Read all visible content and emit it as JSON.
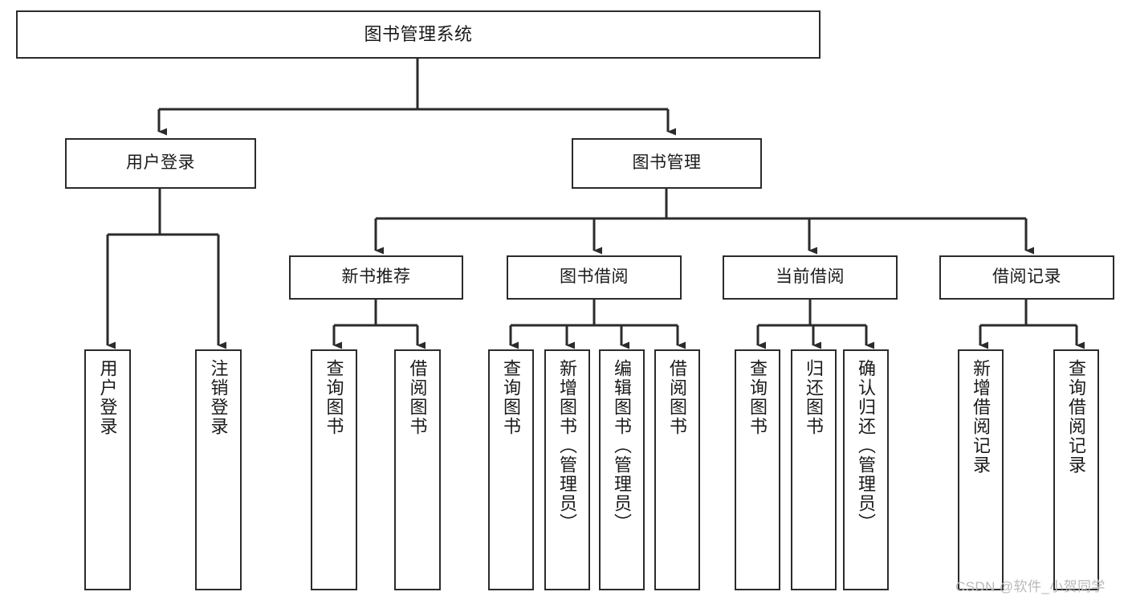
{
  "diagram": {
    "title": "图书管理系统",
    "type": "tree-hierarchy",
    "stroke_color": "#2b2b2b",
    "fill_color": "#ffffff",
    "watermark": "CSDN @软件_小贺同学"
  },
  "nodes": {
    "root": {
      "label": "图书管理系统"
    },
    "level2": [
      {
        "id": "user-login",
        "label": "用户登录"
      },
      {
        "id": "book-management",
        "label": "图书管理"
      }
    ],
    "level3": [
      {
        "id": "new-book-recommend",
        "label": "新书推荐"
      },
      {
        "id": "book-borrow",
        "label": "图书借阅"
      },
      {
        "id": "current-borrow",
        "label": "当前借阅"
      },
      {
        "id": "borrow-record",
        "label": "借阅记录"
      }
    ],
    "leaves": {
      "user_login": [
        {
          "id": "leaf-user-login",
          "label": "用户登录"
        },
        {
          "id": "leaf-logout-login",
          "label": "注销登录"
        }
      ],
      "new_book_recommend": [
        {
          "id": "leaf-query-book-1",
          "label": "查询图书"
        },
        {
          "id": "leaf-borrow-book-1",
          "label": "借阅图书"
        }
      ],
      "book_borrow": [
        {
          "id": "leaf-query-book-2",
          "label": "查询图书"
        },
        {
          "id": "leaf-add-book",
          "label": "新增图书（管理员）"
        },
        {
          "id": "leaf-edit-book",
          "label": "编辑图书（管理员）"
        },
        {
          "id": "leaf-borrow-book-2",
          "label": "借阅图书"
        }
      ],
      "current_borrow": [
        {
          "id": "leaf-query-book-3",
          "label": "查询图书"
        },
        {
          "id": "leaf-return-book",
          "label": "归还图书"
        },
        {
          "id": "leaf-confirm-return",
          "label": "确认归还（管理员）"
        }
      ],
      "borrow_record": [
        {
          "id": "leaf-add-borrow-record",
          "label": "新增借阅记录"
        },
        {
          "id": "leaf-query-borrow-record",
          "label": "查询借阅记录"
        }
      ]
    }
  }
}
